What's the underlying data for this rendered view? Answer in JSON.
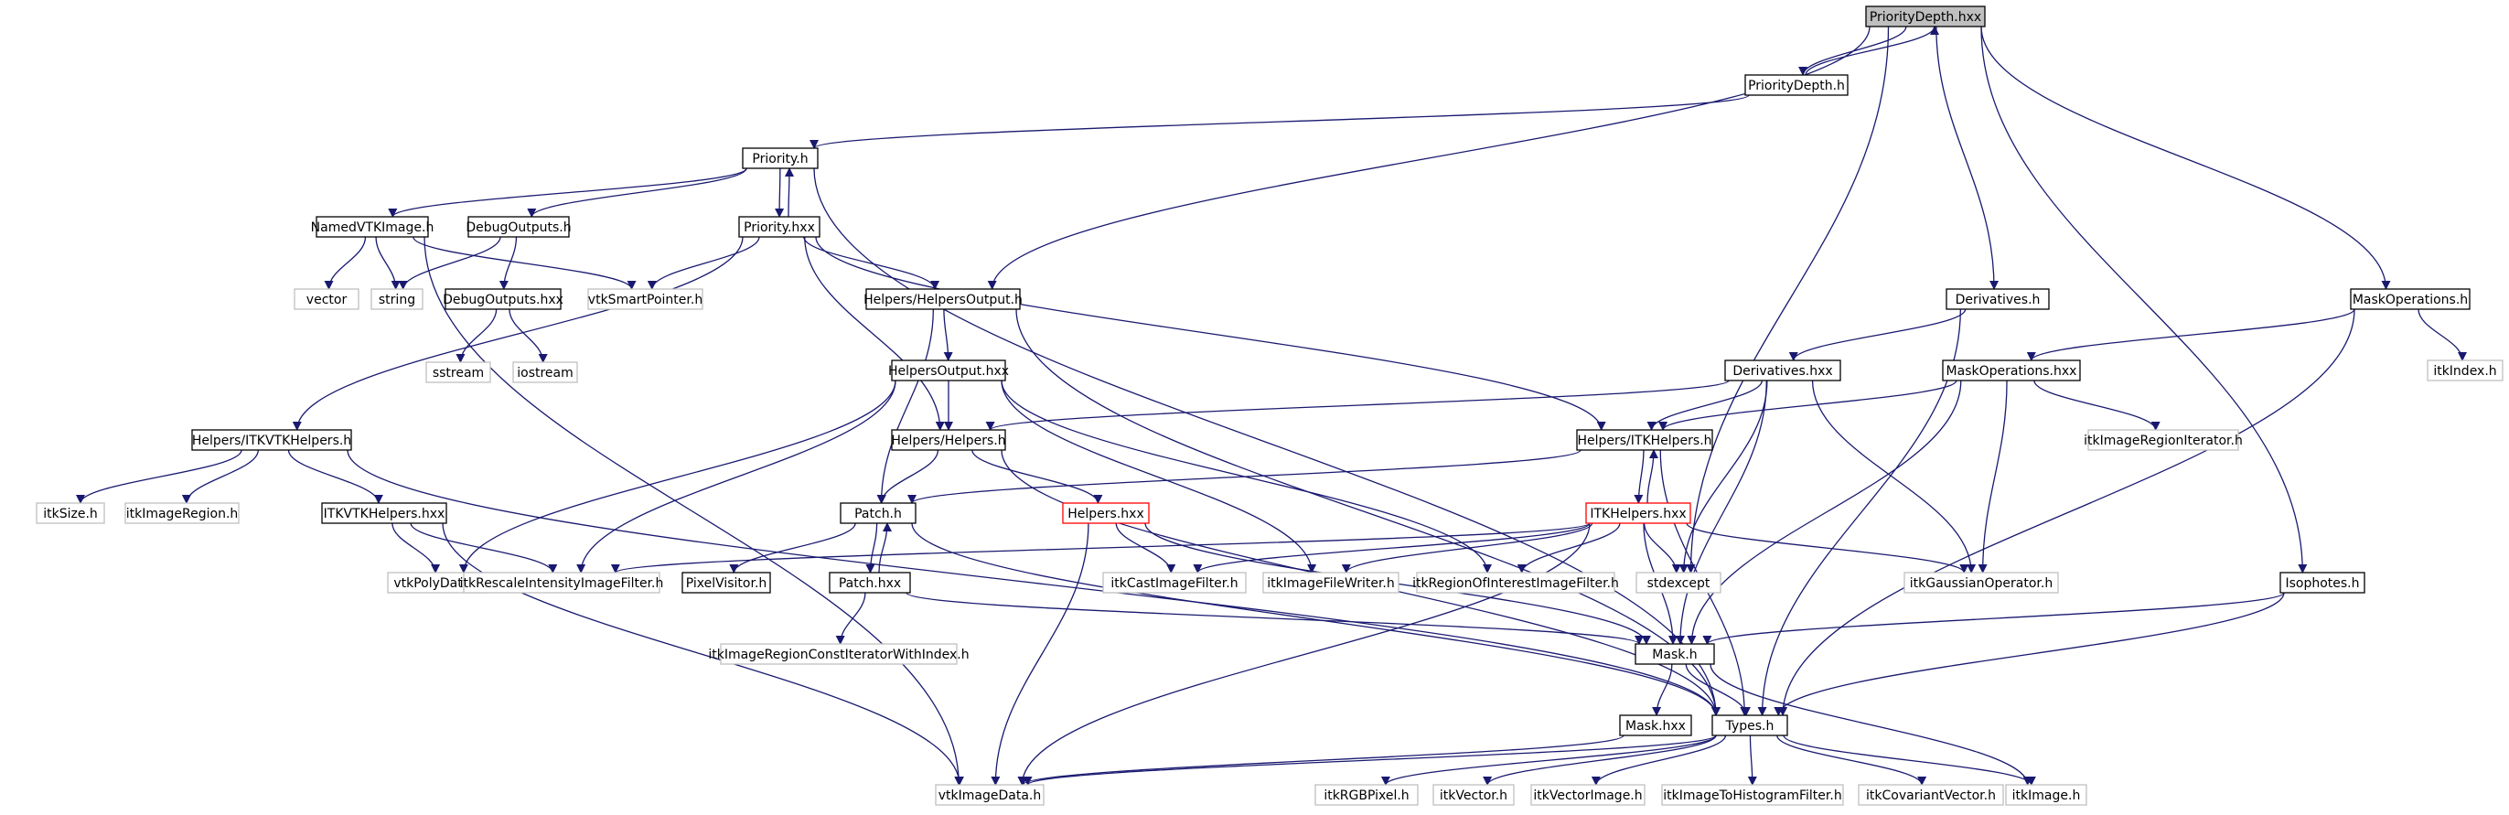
{
  "colors": {
    "edge": "#191970",
    "box_local": "#000000",
    "box_external": "#bfbfbf",
    "box_highlight": "#ff0000",
    "fill_root": "#bfbfbf",
    "fill_default": "#ffffff"
  },
  "nodes": [
    {
      "id": "prioritydepth_hxx",
      "label": "PriorityDepth.hxx",
      "kind": "root"
    },
    {
      "id": "prioritydepth_h",
      "label": "PriorityDepth.h",
      "kind": "local"
    },
    {
      "id": "priority_h",
      "label": "Priority.h",
      "kind": "local"
    },
    {
      "id": "namedvtkimage_h",
      "label": "NamedVTKImage.h",
      "kind": "local"
    },
    {
      "id": "debugoutputs_h",
      "label": "DebugOutputs.h",
      "kind": "local"
    },
    {
      "id": "priority_hxx",
      "label": "Priority.hxx",
      "kind": "local"
    },
    {
      "id": "vector",
      "label": "vector",
      "kind": "external"
    },
    {
      "id": "string",
      "label": "string",
      "kind": "external"
    },
    {
      "id": "debugoutputs_hxx",
      "label": "DebugOutputs.hxx",
      "kind": "local"
    },
    {
      "id": "vtksmartpointer_h",
      "label": "vtkSmartPointer.h",
      "kind": "external"
    },
    {
      "id": "helpersoutput_h",
      "label": "Helpers/HelpersOutput.h",
      "kind": "local"
    },
    {
      "id": "sstream",
      "label": "sstream",
      "kind": "external"
    },
    {
      "id": "iostream",
      "label": "iostream",
      "kind": "external"
    },
    {
      "id": "helpersoutput_hxx",
      "label": "HelpersOutput.hxx",
      "kind": "local"
    },
    {
      "id": "itkvtkhelpers_h",
      "label": "Helpers/ITKVTKHelpers.h",
      "kind": "local"
    },
    {
      "id": "helpers_h",
      "label": "Helpers/Helpers.h",
      "kind": "local"
    },
    {
      "id": "itksize_h",
      "label": "itkSize.h",
      "kind": "external"
    },
    {
      "id": "itkimageregion_h",
      "label": "itkImageRegion.h",
      "kind": "external"
    },
    {
      "id": "itkvtkhelpers_hxx",
      "label": "ITKVTKHelpers.hxx",
      "kind": "local"
    },
    {
      "id": "patch_h",
      "label": "Patch.h",
      "kind": "local"
    },
    {
      "id": "helpers_hxx",
      "label": "Helpers.hxx",
      "kind": "highlight"
    },
    {
      "id": "vtkpolydata_h",
      "label": "vtkPolyData.h",
      "kind": "external"
    },
    {
      "id": "itkrescale_h",
      "label": "itkRescaleIntensityImageFilter.h",
      "kind": "external"
    },
    {
      "id": "pixelvisitor_h",
      "label": "PixelVisitor.h",
      "kind": "local"
    },
    {
      "id": "patch_hxx",
      "label": "Patch.hxx",
      "kind": "local"
    },
    {
      "id": "itkcastimagefilter_h",
      "label": "itkCastImageFilter.h",
      "kind": "external"
    },
    {
      "id": "itkimagefilewriter_h",
      "label": "itkImageFileWriter.h",
      "kind": "external"
    },
    {
      "id": "itkregionofinterest_h",
      "label": "itkRegionOfInterestImageFilter.h",
      "kind": "external"
    },
    {
      "id": "itkimageregionconst_h",
      "label": "itkImageRegionConstIteratorWithIndex.h",
      "kind": "external"
    },
    {
      "id": "derivatives_h",
      "label": "Derivatives.h",
      "kind": "local"
    },
    {
      "id": "derivatives_hxx",
      "label": "Derivatives.hxx",
      "kind": "local"
    },
    {
      "id": "itkhelpers_h",
      "label": "Helpers/ITKHelpers.h",
      "kind": "local"
    },
    {
      "id": "itkhelpers_hxx",
      "label": "ITKHelpers.hxx",
      "kind": "highlight"
    },
    {
      "id": "stdexcept",
      "label": "stdexcept",
      "kind": "external"
    },
    {
      "id": "itkgaussianoperator_h",
      "label": "itkGaussianOperator.h",
      "kind": "external"
    },
    {
      "id": "maskoperations_h",
      "label": "MaskOperations.h",
      "kind": "local"
    },
    {
      "id": "maskoperations_hxx",
      "label": "MaskOperations.hxx",
      "kind": "local"
    },
    {
      "id": "itkindex_h",
      "label": "itkIndex.h",
      "kind": "external"
    },
    {
      "id": "itkimageregioniterator_h",
      "label": "itkImageRegionIterator.h",
      "kind": "external"
    },
    {
      "id": "isophotes_h",
      "label": "Isophotes.h",
      "kind": "local"
    },
    {
      "id": "mask_h",
      "label": "Mask.h",
      "kind": "local"
    },
    {
      "id": "mask_hxx",
      "label": "Mask.hxx",
      "kind": "local"
    },
    {
      "id": "types_h",
      "label": "Types.h",
      "kind": "local"
    },
    {
      "id": "vtkimagedata_h",
      "label": "vtkImageData.h",
      "kind": "external"
    },
    {
      "id": "itkrgbpixel_h",
      "label": "itkRGBPixel.h",
      "kind": "external"
    },
    {
      "id": "itkvector_h",
      "label": "itkVector.h",
      "kind": "external"
    },
    {
      "id": "itkvectorimage_h",
      "label": "itkVectorImage.h",
      "kind": "external"
    },
    {
      "id": "itkimagetohistogram_h",
      "label": "itkImageToHistogramFilter.h",
      "kind": "external"
    },
    {
      "id": "itkcovariantvector_h",
      "label": "itkCovariantVector.h",
      "kind": "external"
    },
    {
      "id": "itkimage_h",
      "label": "itkImage.h",
      "kind": "external"
    }
  ]
}
